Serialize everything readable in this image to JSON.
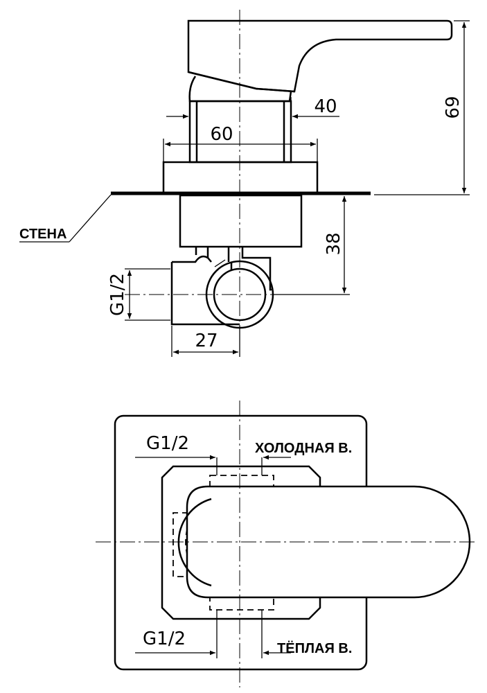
{
  "labels": {
    "wall": "СТЕНА",
    "cold_water": "ХОЛОДНАЯ В.",
    "warm_water": "ТЁПЛАЯ В."
  },
  "dimensions": {
    "height_total": "69",
    "stem_width": "40",
    "flange_width": "60",
    "depth": "38",
    "thread_side": "G1/2",
    "thread_offset": "27",
    "thread_cold": "G1/2",
    "thread_warm": "G1/2"
  }
}
